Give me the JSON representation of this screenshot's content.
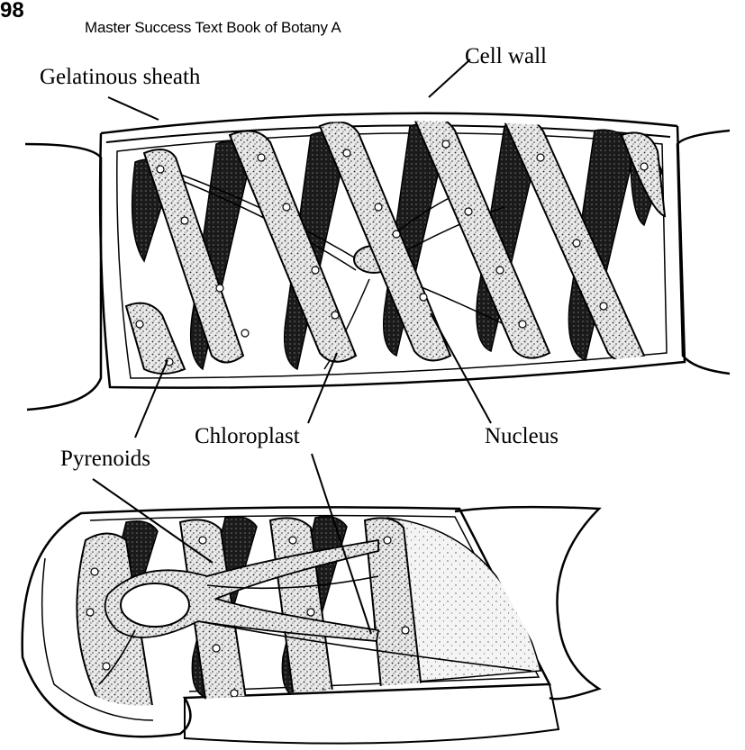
{
  "header": {
    "page_number": "98",
    "running_title": "Master Success Text Book of Botany A"
  },
  "labels": {
    "gelatinous_sheath": "Gelatinous sheath",
    "cell_wall": "Cell wall",
    "pyrenoids": "Pyrenoids",
    "chloroplast": "Chloroplast",
    "nucleus": "Nucleus"
  }
}
